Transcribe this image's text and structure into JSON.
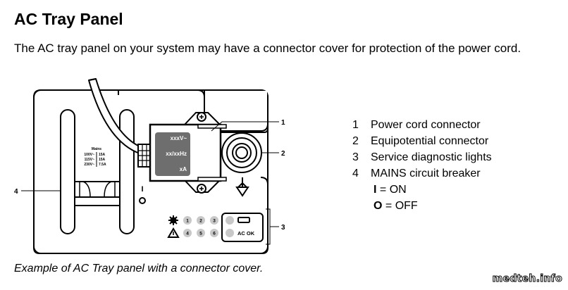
{
  "page": {
    "title": "AC Tray Panel",
    "intro": "The AC tray panel on your system may have a connector cover for protection of the power cord.",
    "caption": "Example of AC Tray panel with a connector cover.",
    "watermark": "medteh.info"
  },
  "diagram": {
    "callouts": [
      "1",
      "2",
      "3",
      "4"
    ],
    "mains_label": {
      "title": "Mains",
      "rows": [
        {
          "voltage": "100V~",
          "current": "15A"
        },
        {
          "voltage": "115V~",
          "current": "15A"
        },
        {
          "voltage": "230V~",
          "current": "7.5A"
        }
      ]
    },
    "connector_cover": {
      "voltage": "xxxV~",
      "frequency": "xx/xxHz",
      "current": "xA"
    },
    "breaker_symbols": {
      "on": "I",
      "off": "O"
    },
    "diagnostic_lights": {
      "row1": [
        "1",
        "2",
        "3"
      ],
      "row2": [
        "4",
        "5",
        "6"
      ],
      "ac_ok_label": "AC OK"
    }
  },
  "legend": {
    "items": [
      {
        "num": "1",
        "label": "Power cord connector"
      },
      {
        "num": "2",
        "label": "Equipotential connector"
      },
      {
        "num": "3",
        "label": "Service diagnostic lights"
      },
      {
        "num": "4",
        "label": "MAINS circuit breaker"
      }
    ],
    "states": [
      {
        "symbol": "I",
        "text": "= ON"
      },
      {
        "symbol": "O",
        "text": "= OFF"
      }
    ]
  }
}
